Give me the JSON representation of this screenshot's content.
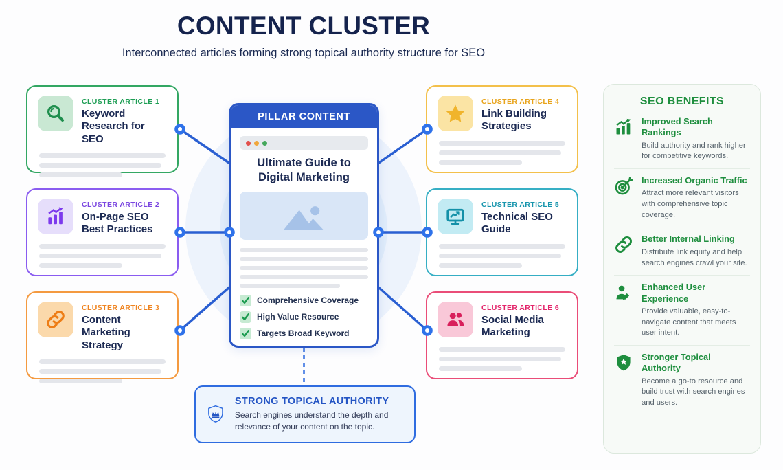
{
  "page": {
    "title": "CONTENT CLUSTER",
    "subtitle": "Interconnected articles forming strong topical authority structure for SEO"
  },
  "clusters": [
    {
      "label": "CLUSTER ARTICLE 1",
      "title": "Keyword Research for SEO",
      "icon": "search-icon",
      "accent": "#1f9e55"
    },
    {
      "label": "CLUSTER ARTICLE 2",
      "title": "On-Page SEO Best Practices",
      "icon": "bar-chart-growth-icon",
      "accent": "#7b47e0"
    },
    {
      "label": "CLUSTER ARTICLE 3",
      "title": "Content Marketing Strategy",
      "icon": "chain-link-icon",
      "accent": "#ef8420"
    },
    {
      "label": "CLUSTER ARTICLE 4",
      "title": "Link Building Strategies",
      "icon": "star-icon",
      "accent": "#e8a41c"
    },
    {
      "label": "CLUSTER ARTICLE 5",
      "title": "Technical SEO Guide",
      "icon": "monitor-chart-icon",
      "accent": "#1795ad"
    },
    {
      "label": "CLUSTER ARTICLE 6",
      "title": "Social Media Marketing",
      "icon": "users-icon",
      "accent": "#e3256a"
    }
  ],
  "pillar": {
    "header": "PILLAR CONTENT",
    "title": "Ultimate Guide to Digital Marketing",
    "checks": [
      "Comprehensive Coverage",
      "High Value Resource",
      "Targets Broad Keyword"
    ]
  },
  "authority": {
    "title": "STRONG TOPICAL AUTHORITY",
    "description": "Search engines understand the depth and relevance of your content on the topic."
  },
  "benefits": {
    "title": "SEO BENEFITS",
    "items": [
      {
        "icon": "growth-chart-icon",
        "title": "Improved Search Rankings",
        "description": "Build authority and rank higher for competitive keywords."
      },
      {
        "icon": "target-icon",
        "title": "Increased Organic Traffic",
        "description": "Attract more relevant visitors with comprehensive topic coverage."
      },
      {
        "icon": "chain-link-icon",
        "title": "Better Internal Linking",
        "description": "Distribute link equity and help search engines crawl your site."
      },
      {
        "icon": "user-pen-icon",
        "title": "Enhanced User Experience",
        "description": "Provide valuable, easy-to-navigate content that meets user intent."
      },
      {
        "icon": "shield-star-icon",
        "title": "Stronger Topical Authority",
        "description": "Become a go-to resource and build trust with search engines and users."
      }
    ]
  },
  "colors": {
    "navy_text": "#1c2a53",
    "pillar_blue": "#2b57c6",
    "connector_blue": "#2a5fd2",
    "benefit_green": "#1e8e3e",
    "authority_blue": "#2455c4"
  }
}
